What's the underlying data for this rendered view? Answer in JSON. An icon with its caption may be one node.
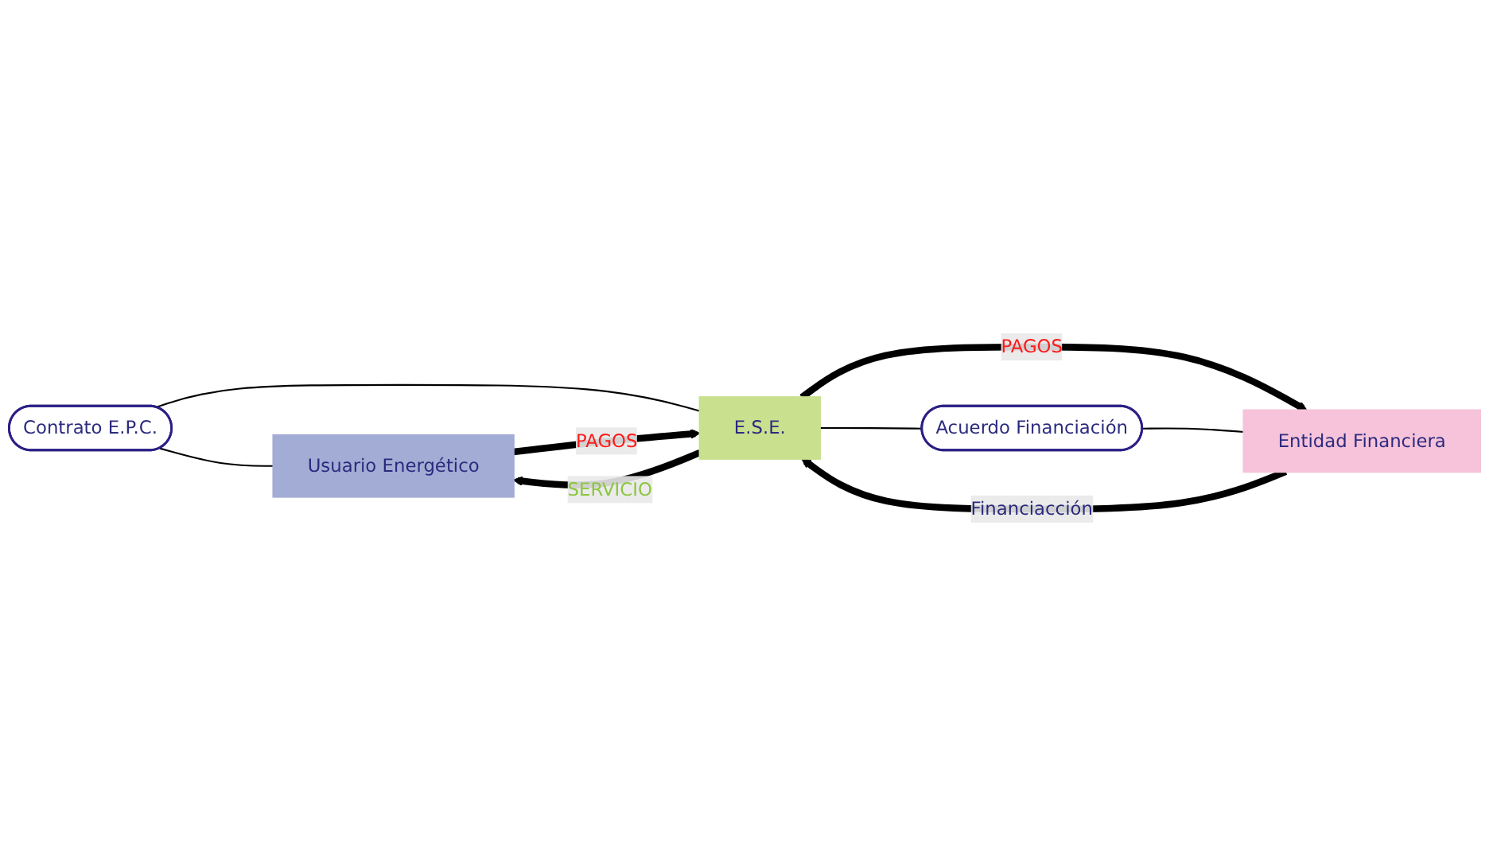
{
  "diagram": {
    "nodes": [
      {
        "text": [
          "Contrato E.P.C."
        ]
      },
      {
        "text": [
          "Usuario Energético"
        ]
      },
      {
        "text": [
          "E.S.E."
        ]
      },
      {
        "text": [
          "Acuerdo Financiación"
        ]
      },
      {
        "text": [
          "Entidad Financiera"
        ]
      }
    ],
    "edges": [
      {
        "from": 0,
        "to": 1,
        "arrow": "none"
      },
      {
        "from": 0,
        "to": 2,
        "arrow": "none"
      },
      {
        "from": 1,
        "to": 2,
        "arrow": "to",
        "label": "PAGOS",
        "style": "thick"
      },
      {
        "from": 2,
        "to": 1,
        "arrow": "to",
        "label": "SERVICIO",
        "style": "thick"
      },
      {
        "from": 4,
        "to": 2,
        "arrow": "to",
        "label": "Financiacción",
        "style": "thick"
      },
      {
        "from": 2,
        "to": 4,
        "arrow": "to",
        "label": "PAGOS",
        "style": "thick"
      },
      {
        "from": 2,
        "to": 3,
        "arrow": "none"
      },
      {
        "from": 3,
        "to": 4,
        "arrow": "none"
      }
    ]
  }
}
